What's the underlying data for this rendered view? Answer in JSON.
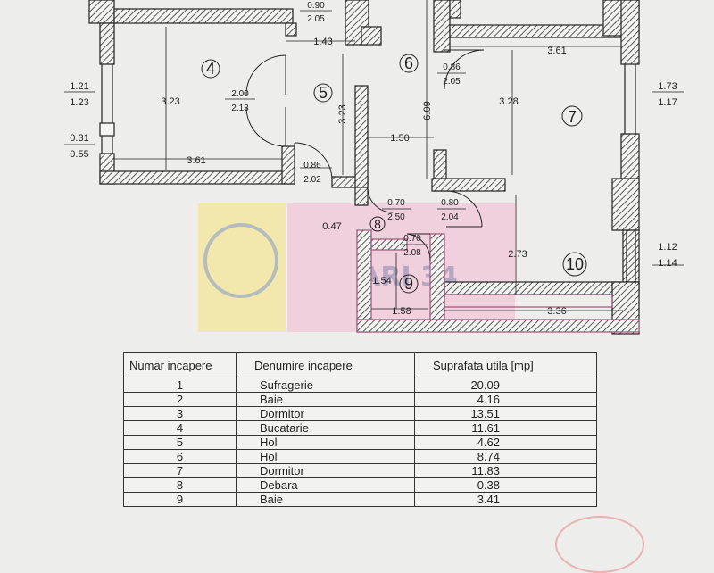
{
  "plan": {
    "rooms": [
      {
        "id": "4",
        "label": "4"
      },
      {
        "id": "5",
        "label": "5"
      },
      {
        "id": "6",
        "label": "6"
      },
      {
        "id": "7",
        "label": "7"
      },
      {
        "id": "8",
        "label": "8"
      },
      {
        "id": "9",
        "label": "9"
      },
      {
        "id": "10",
        "label": "10"
      }
    ],
    "dimensions": {
      "top_door": [
        "0.90",
        "2.05"
      ],
      "w4_top": "1.43",
      "w7_top": "3.61",
      "door6": [
        "0.86",
        "2.05"
      ],
      "win_left_upper": [
        "1.21",
        "1.23"
      ],
      "win_left_lower": [
        "0.31",
        "0.55"
      ],
      "h4": "3.23",
      "door45": [
        "2.00",
        "2.13"
      ],
      "h5": "3.23",
      "h6": "6.09",
      "h7": "3.28",
      "win_right_upper": [
        "1.73",
        "1.17"
      ],
      "w4_bottom": "3.61",
      "door5": [
        "0.86",
        "2.02"
      ],
      "hall_w": "1.50",
      "door8": [
        "0.70",
        "2.50"
      ],
      "door10": [
        "0.80",
        "2.04"
      ],
      "w8": "0.47",
      "door9": [
        "0.70",
        "2.08"
      ],
      "h10": "2.73",
      "win_right_lower": [
        "1.12",
        "1.14"
      ],
      "h9": "1.54",
      "w9": "1.58",
      "w10": "3.36"
    },
    "watermark": "ARI 34"
  },
  "table": {
    "headers": [
      "Numar incapere",
      "Denumire incapere",
      "Suprafata utila [mp]"
    ],
    "rows": [
      {
        "num": "1",
        "name": "Sufragerie",
        "area": "20.09"
      },
      {
        "num": "2",
        "name": "Baie",
        "area": "4.16"
      },
      {
        "num": "3",
        "name": "Dormitor",
        "area": "13.51"
      },
      {
        "num": "4",
        "name": "Bucatarie",
        "area": "11.61"
      },
      {
        "num": "5",
        "name": "Hol",
        "area": "4.62"
      },
      {
        "num": "6",
        "name": "Hol",
        "area": "8.74"
      },
      {
        "num": "7",
        "name": "Dormitor",
        "area": "11.83"
      },
      {
        "num": "8",
        "name": "Debara",
        "area": "0.38"
      },
      {
        "num": "9",
        "name": "Baie",
        "area": "3.41"
      }
    ]
  },
  "colors": {
    "wall_hatch": "#333333",
    "highlight": "#a0527a",
    "watermark_pink": "#f2b8cf",
    "watermark_yellow": "#f5e27a",
    "stamp": "#e8a3a3"
  }
}
